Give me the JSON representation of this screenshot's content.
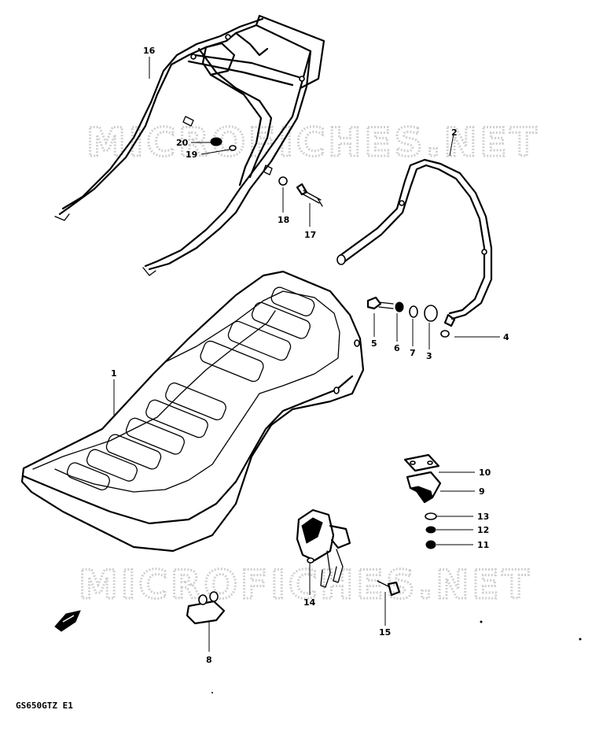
{
  "watermark_text": "MICROFICHES.NET",
  "footer_code": "GS650GTZ E1",
  "part_labels": {
    "p1": "1",
    "p2": "2",
    "p3": "3",
    "p4": "4",
    "p5": "5",
    "p6": "6",
    "p7": "7",
    "p8": "8",
    "p9": "9",
    "p10": "10",
    "p11": "11",
    "p12": "12",
    "p13": "13",
    "p14": "14",
    "p15": "15",
    "p16": "16",
    "p17": "17",
    "p18": "18",
    "p19": "19",
    "p20": "20"
  }
}
